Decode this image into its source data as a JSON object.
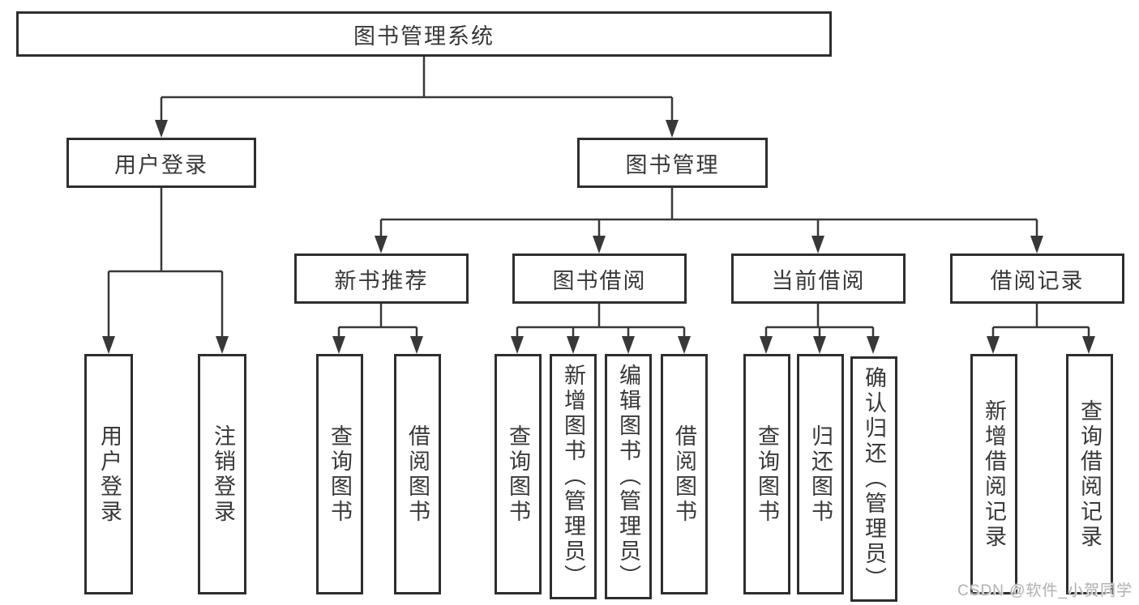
{
  "tree": {
    "root": "图书管理系统",
    "children": [
      {
        "label": "用户登录",
        "children": [
          {
            "label": "用户登录"
          },
          {
            "label": "注销登录"
          }
        ]
      },
      {
        "label": "图书管理",
        "children": [
          {
            "label": "新书推荐",
            "children": [
              {
                "label": "查询图书"
              },
              {
                "label": "借阅图书"
              }
            ]
          },
          {
            "label": "图书借阅",
            "children": [
              {
                "label": "查询图书"
              },
              {
                "label": "新增图书（管理员）"
              },
              {
                "label": "编辑图书（管理员）"
              },
              {
                "label": "借阅图书"
              }
            ]
          },
          {
            "label": "当前借阅",
            "children": [
              {
                "label": "查询图书"
              },
              {
                "label": "归还图书"
              },
              {
                "label": "确认归还（管理员）"
              }
            ]
          },
          {
            "label": "借阅记录",
            "children": [
              {
                "label": "新增借阅记录"
              },
              {
                "label": "查询借阅记录"
              }
            ]
          }
        ]
      }
    ]
  },
  "watermark": {
    "text": "CSDN @软件_小贺同学"
  },
  "colors": {
    "line": "#383838",
    "box_border": "#2e2e2e",
    "text": "#383838",
    "background": "#ffffff",
    "watermark": "#b3b3b3"
  }
}
